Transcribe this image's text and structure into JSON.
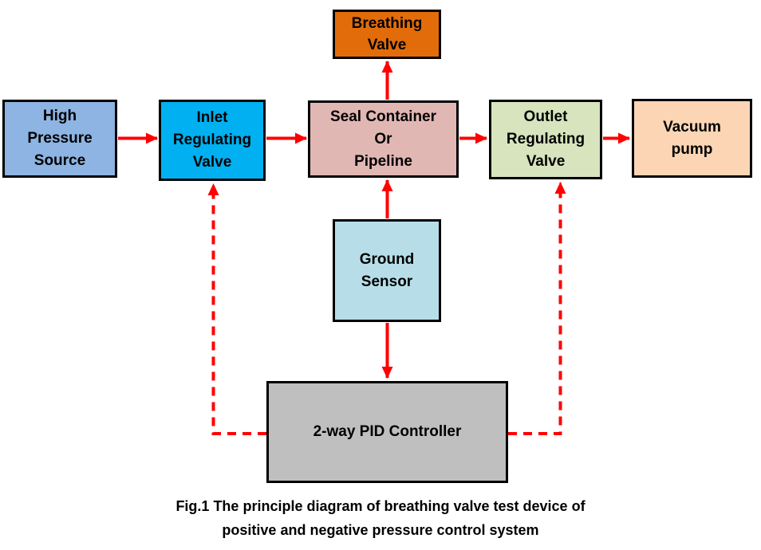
{
  "diagram": {
    "type": "block-diagram",
    "title": "Fig.1 The principle diagram of breathing valve test device of positive and negative pressure control system",
    "caption": [
      "Fig.1 The principle diagram of breathing valve test device of",
      "positive and negative pressure control system"
    ],
    "arrow_color": "#FF0000",
    "border_color": "#000000",
    "nodes": [
      {
        "id": "high-pressure-source",
        "label": "High\nPressure\nSource",
        "color": "#8DB4E2"
      },
      {
        "id": "inlet-regulating-valve",
        "label": "Inlet\nRegulating\nValve",
        "color": "#00B0F0"
      },
      {
        "id": "breathing-valve",
        "label": "Breathing\nValve",
        "color": "#E36C0A"
      },
      {
        "id": "seal-container",
        "label": "Seal Container\nOr\nPipeline",
        "color": "#E1B7B4"
      },
      {
        "id": "outlet-regulating-valve",
        "label": "Outlet\nRegulating\nValve",
        "color": "#D7E4BD"
      },
      {
        "id": "vacuum-pump",
        "label": "Vacuum\npump",
        "color": "#FCD5B4"
      },
      {
        "id": "ground-sensor",
        "label": "Ground\nSensor",
        "color": "#B7DEE8"
      },
      {
        "id": "pid-controller",
        "label": "2-way PID Controller",
        "color": "#BFBFBF"
      }
    ],
    "connections": [
      {
        "from": "high-pressure-source",
        "to": "inlet-regulating-valve",
        "style": "solid"
      },
      {
        "from": "inlet-regulating-valve",
        "to": "seal-container",
        "style": "solid"
      },
      {
        "from": "seal-container",
        "to": "breathing-valve",
        "style": "solid"
      },
      {
        "from": "seal-container",
        "to": "outlet-regulating-valve",
        "style": "solid"
      },
      {
        "from": "outlet-regulating-valve",
        "to": "vacuum-pump",
        "style": "solid"
      },
      {
        "from": "ground-sensor",
        "to": "seal-container",
        "style": "solid"
      },
      {
        "from": "ground-sensor",
        "to": "pid-controller",
        "style": "solid"
      },
      {
        "from": "pid-controller",
        "to": "inlet-regulating-valve",
        "style": "dashed"
      },
      {
        "from": "pid-controller",
        "to": "outlet-regulating-valve",
        "style": "dashed"
      }
    ]
  }
}
